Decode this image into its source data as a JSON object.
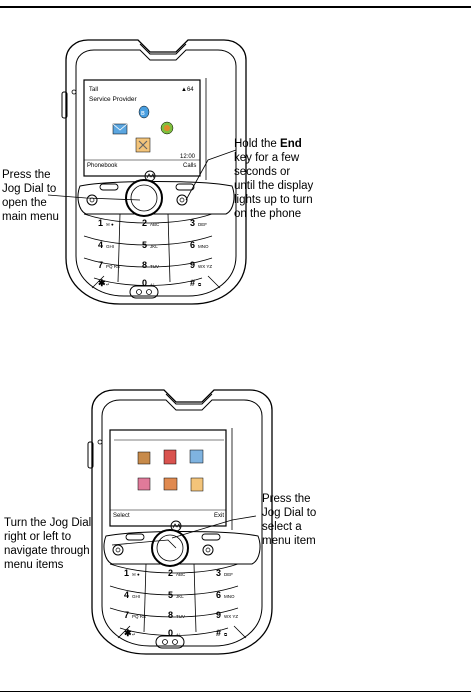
{
  "figure1": {
    "screen": {
      "provider": "Service Provider",
      "signal": "Tall",
      "battery": "▲64",
      "time": "12:00",
      "left_softkey": "Phonebook",
      "right_softkey": "Calls"
    },
    "callout_left": [
      "Press the",
      "Jog Dial to",
      "open the",
      "main menu"
    ],
    "callout_right_line1_pre": "Hold the ",
    "callout_right_line1_bold": "End",
    "callout_right_rest": [
      "key for a few",
      "seconds or",
      "until the display",
      "lights up to turn",
      "on the phone"
    ]
  },
  "figure2": {
    "screen": {
      "left_softkey": "Select",
      "right_softkey": "Exit"
    },
    "callout_left": [
      "Turn the Jog Dial",
      "right or left to",
      "navigate through",
      "menu items"
    ],
    "callout_right": [
      "Press the",
      "Jog Dial to",
      "select a",
      "menu item"
    ]
  },
  "keypad": {
    "keys": [
      {
        "num": "1",
        "sub": "✉ ●"
      },
      {
        "num": "2",
        "sub": "ABC"
      },
      {
        "num": "3",
        "sub": "DEF"
      },
      {
        "num": "4",
        "sub": "GHI"
      },
      {
        "num": "5",
        "sub": "JKL"
      },
      {
        "num": "6",
        "sub": "MNO"
      },
      {
        "num": "7",
        "sub": "PQ RS"
      },
      {
        "num": "8",
        "sub": "TUV"
      },
      {
        "num": "9",
        "sub": "WX YZ"
      },
      {
        "num": "✱",
        "sub": "↵"
      },
      {
        "num": "0",
        "sub": "+↑"
      },
      {
        "num": "#",
        "sub": "⧉"
      }
    ]
  }
}
